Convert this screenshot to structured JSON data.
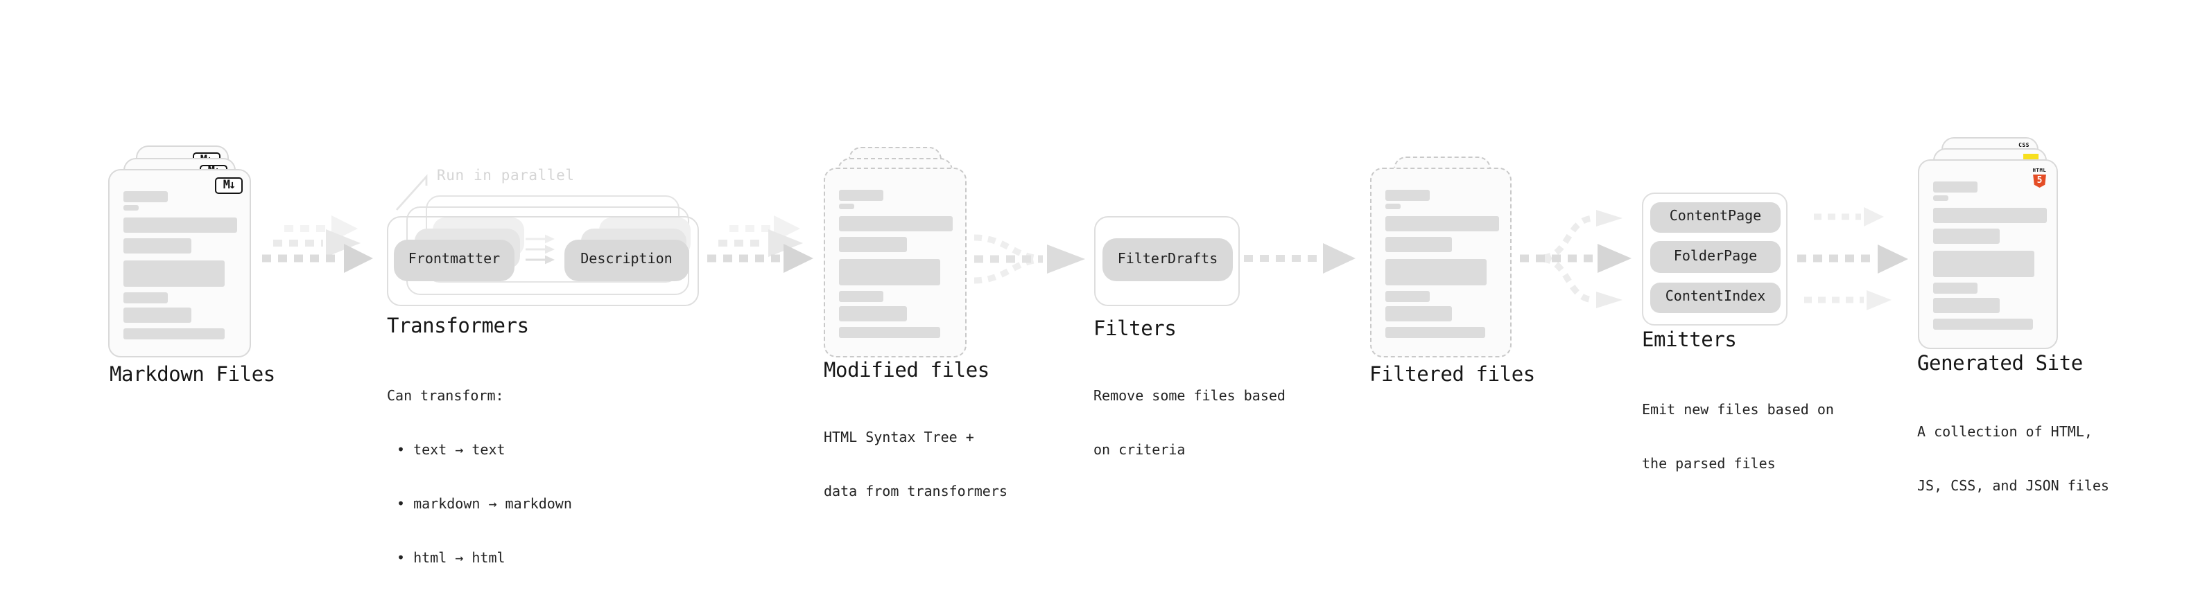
{
  "diagram": {
    "stages": {
      "markdown": {
        "label": "Markdown Files",
        "icon_badge": "M↓"
      },
      "transformers": {
        "label": "Transformers",
        "parallel_note": "Run in parallel",
        "pill_frontmatter": "Frontmatter",
        "pill_description": "Description",
        "note_title": "Can transform:",
        "bullets": [
          "• text → text",
          "• markdown → markdown",
          "• html → html"
        ]
      },
      "modified": {
        "label": "Modified files",
        "desc": [
          "HTML Syntax Tree +",
          "data from transformers"
        ]
      },
      "filters": {
        "label": "Filters",
        "pill": "FilterDrafts",
        "desc": [
          "Remove some files based",
          "on criteria"
        ]
      },
      "filtered": {
        "label": "Filtered files"
      },
      "emitters": {
        "label": "Emitters",
        "pills": [
          "ContentPage",
          "FolderPage",
          "ContentIndex"
        ],
        "desc": [
          "Emit new files based on",
          "the parsed files"
        ]
      },
      "generated": {
        "label": "Generated Site",
        "desc": [
          "A collection of HTML,",
          "JS, CSS, and JSON files"
        ],
        "icons": {
          "html5_text": "HTML",
          "html5_number": "5",
          "css_text": "CSS"
        }
      }
    },
    "colors": {
      "text": "#1a1a1a",
      "pill_bg": "#d9d9d9",
      "card_border": "#d9d9d9",
      "arrow_dark": "#d6d6d6",
      "arrow_light": "#ededed",
      "accent_html5": "#e44d26",
      "accent_js": "#f7df1e",
      "accent_css": "#2760e5"
    }
  }
}
